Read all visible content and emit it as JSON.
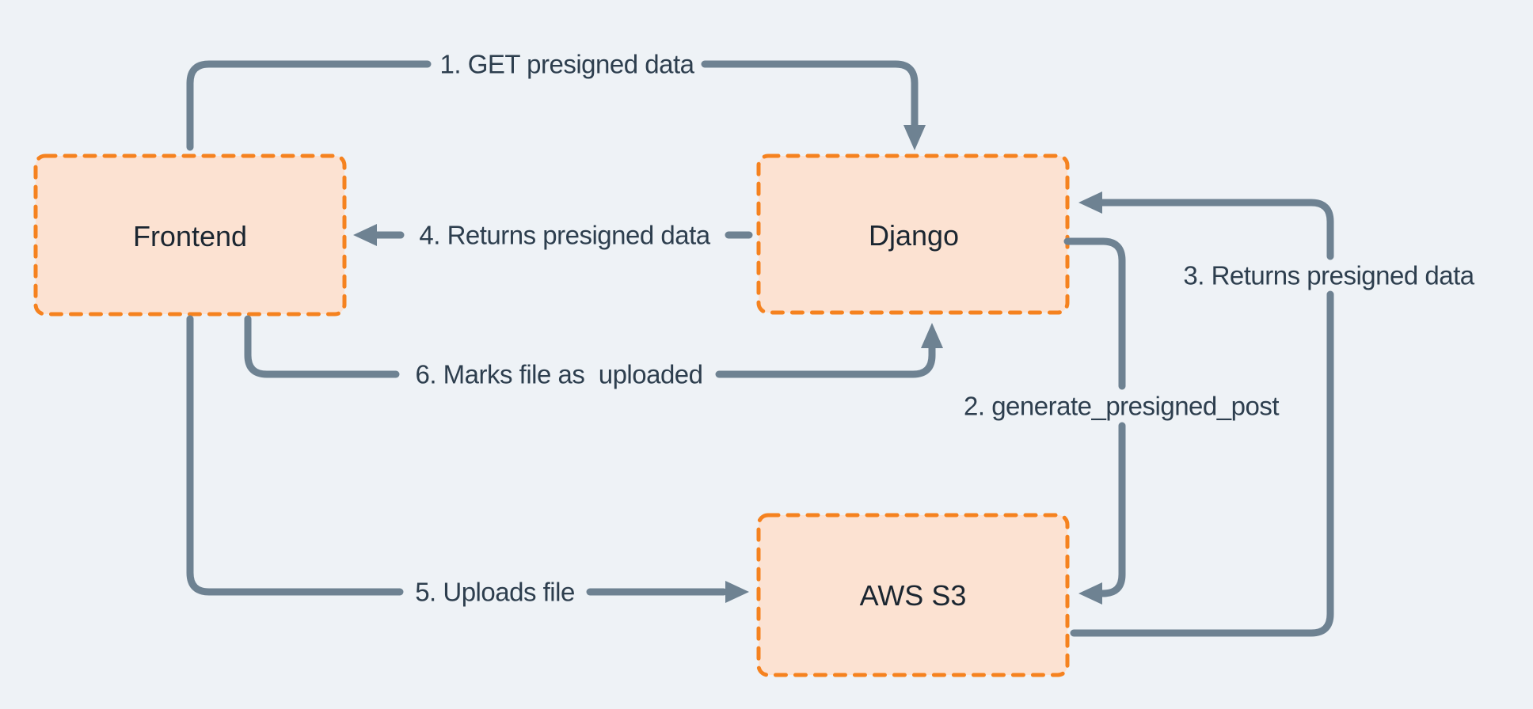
{
  "diagram": {
    "type": "flow-diagram",
    "nodes": [
      {
        "id": "frontend",
        "label": "Frontend"
      },
      {
        "id": "django",
        "label": "Django"
      },
      {
        "id": "aws-s3",
        "label": "AWS S3"
      }
    ],
    "edges": [
      {
        "step": "1",
        "label": "1. GET presigned data",
        "from": "Frontend",
        "to": "Django"
      },
      {
        "step": "2",
        "label": "2. generate_presigned_post",
        "from": "Django",
        "to": "AWS S3"
      },
      {
        "step": "3",
        "label": "3. Returns presigned data",
        "from": "AWS S3",
        "to": "Django"
      },
      {
        "step": "4",
        "label": "4. Returns presigned data",
        "from": "Django",
        "to": "Frontend"
      },
      {
        "step": "5",
        "label": "5. Uploads file",
        "from": "Frontend",
        "to": "AWS S3"
      },
      {
        "step": "6",
        "label": "6. Marks file as  uploaded",
        "from": "Frontend",
        "to": "Django"
      }
    ],
    "colors": {
      "background": "#eef2f6",
      "node_fill": "#fce2d2",
      "node_border": "#f5821f",
      "arrow": "#6e8292",
      "edge_text": "#2d3e4e",
      "node_text": "#1b2631"
    }
  }
}
